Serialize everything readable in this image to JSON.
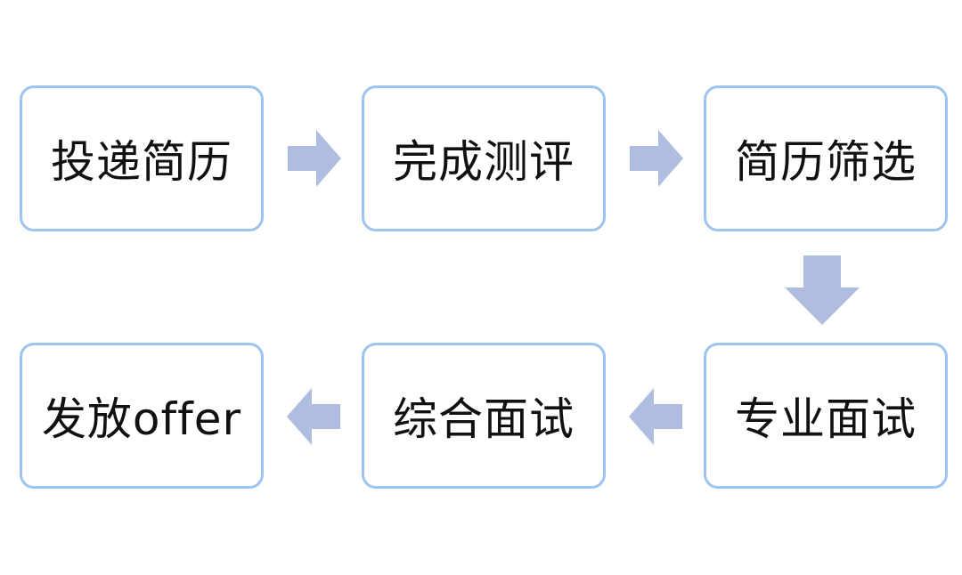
{
  "steps": [
    {
      "label": "投递简历"
    },
    {
      "label": "完成测评"
    },
    {
      "label": "简历筛选"
    },
    {
      "label": "专业面试"
    },
    {
      "label": "综合面试"
    },
    {
      "label": "发放offer"
    }
  ],
  "colors": {
    "box_border": "#9dc3ef",
    "arrow_fill": "#aebde0",
    "text": "#111111"
  }
}
